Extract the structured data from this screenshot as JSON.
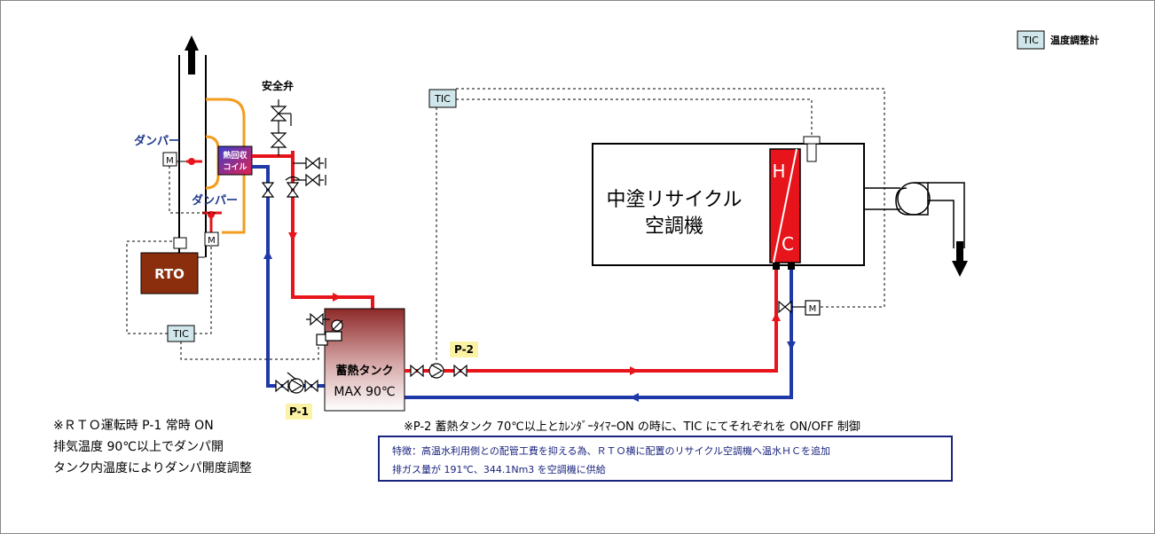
{
  "legend": {
    "tag": "TIC",
    "text": "温度調整計"
  },
  "labels": {
    "safety_valve": "安全弁",
    "damper_1": "ダンパー",
    "damper_2": "ダンパー",
    "heat_coil_line1": "熱回収",
    "heat_coil_line2": "コイル",
    "rto": "RTO",
    "tank_line1": "蓄熱タンク",
    "tank_line2": "MAX 90℃",
    "p1": "P-1",
    "p2": "P-2",
    "tic_top": "TIC",
    "tic_bottom": "TIC",
    "motor": "M",
    "ac_line1": "中塗リサイクル",
    "ac_line2": "空調機",
    "hc_h": "H",
    "hc_c": "C"
  },
  "notes": {
    "left": [
      "※ＲＴＯ運転時 P-1 常時 ON",
      "排気温度 90℃以上でダンパ開",
      "タンク内温度によりダンパ開度調整"
    ],
    "p2_note": "※P-2 蓄熱タンク 70℃以上とｶﾚﾝﾀﾞｰﾀｲﾏｰON の時に、TIC にてそれぞれを ON/OFF 制御",
    "feature": [
      "特徴：高温水利用側との配管工費を抑える為、ＲＴＯ横に配置のリサイクル空調機へ温水ＨＣを追加",
      "排ガス量が 191℃、344.1Nm3 を空調機に供給"
    ]
  },
  "colors": {
    "hot": "#e8141b",
    "cold": "#1f3aa8",
    "exhaust": "#f39c1e",
    "rto_fill": "#8b2e0e",
    "tic_fill": "#cfe6ea",
    "label_blue": "#1f3a8a",
    "p_label_bg": "#fbf2a6",
    "feature_border": "#1a237e"
  }
}
